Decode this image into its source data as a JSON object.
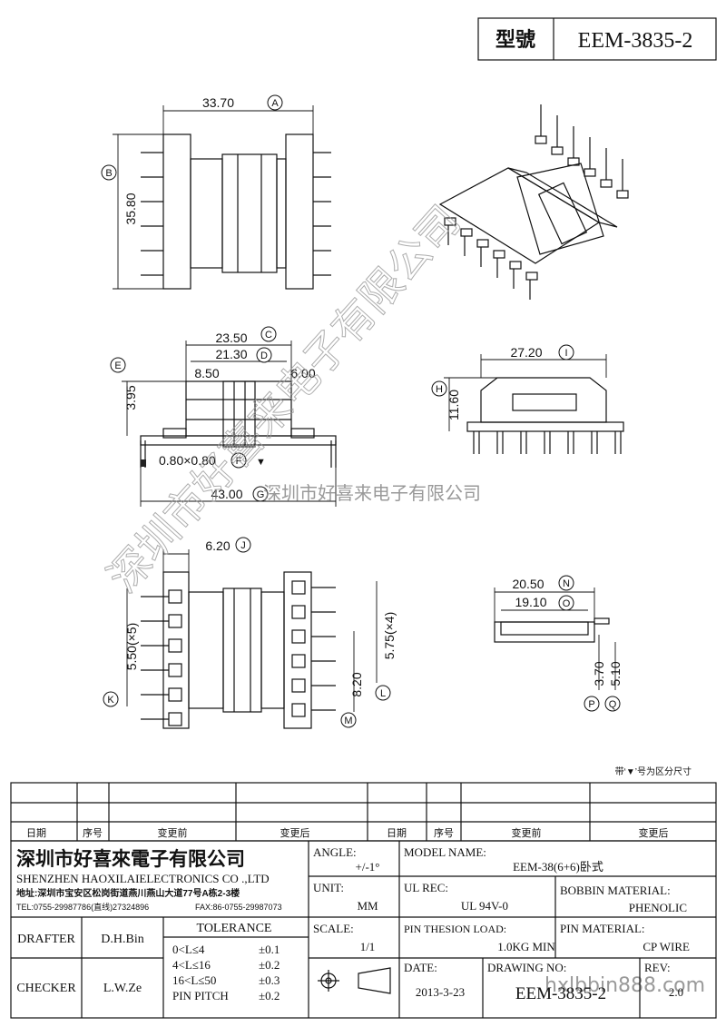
{
  "title_block": {
    "model_label": "型號",
    "model_number": "EEM-3835-2"
  },
  "dimensions": [
    {
      "value": "33.70",
      "tag": "A"
    },
    {
      "value": "35.80",
      "tag": "B"
    },
    {
      "value": "23.50",
      "tag": "C"
    },
    {
      "value": "21.30",
      "tag": "D"
    },
    {
      "value": "8.50",
      "tag": ""
    },
    {
      "value": "6.00",
      "tag": ""
    },
    {
      "value": "3.95",
      "tag": "E"
    },
    {
      "value": "0.80×0.80",
      "tag": "F"
    },
    {
      "value": "43.00",
      "tag": "G"
    },
    {
      "value": "11.60",
      "tag": "H"
    },
    {
      "value": "27.20",
      "tag": "I"
    },
    {
      "value": "6.20",
      "tag": "J"
    },
    {
      "value": "5.50(×5)",
      "tag": "K"
    },
    {
      "value": "5.75(×4)",
      "tag": "L"
    },
    {
      "value": "8.20",
      "tag": "M"
    },
    {
      "value": "20.50",
      "tag": "N"
    },
    {
      "value": "19.10",
      "tag": "O"
    },
    {
      "value": "3.70",
      "tag": "P"
    },
    {
      "value": "5.10",
      "tag": "Q"
    }
  ],
  "note": "带‘▼’号为区分尺寸",
  "pin_marker": "▼",
  "watermark": {
    "diagonal": "深圳市好喜来电子有限公司",
    "horizontal": "深圳市好喜来电子有限公司",
    "corner": "hxlbbin888.com"
  },
  "revision_table": {
    "headers": [
      "日期",
      "序号",
      "变更前",
      "变更后",
      "日期",
      "序号",
      "变更前",
      "变更后"
    ]
  },
  "company": {
    "name_cn": "深圳市好喜來電子有限公司",
    "name_en": "SHENZHEN  HAOXILAIELECTRONICS CO .,LTD",
    "address": "地址:深圳市宝安区松岗街道燕川燕山大道77号A栋2-3楼",
    "tel": "TEL:0755-29987786(直线)27324896",
    "fax": "FAX:86-0755-29987073"
  },
  "fields": {
    "angle_label": "ANGLE:",
    "angle_value": "+/-1°",
    "model_name_label": "MODEL NAME:",
    "model_name_value": "EEM-38(6+6)卧式",
    "unit_label": "UNIT:",
    "unit_value": "MM",
    "ul_label": "UL REC:",
    "ul_value": "UL 94V-0",
    "bobbin_label": "BOBBIN MATERIAL:",
    "bobbin_value": "PHENOLIC",
    "scale_label": "SCALE:",
    "scale_value": "1/1",
    "pin_load_label": "PIN THESION LOAD:",
    "pin_load_value": "1.0KG MIN",
    "pin_material_label": "PIN MATERIAL:",
    "pin_material_value": "CP  WIRE",
    "date_label": "DATE:",
    "date_value": "2013-3-23",
    "drawing_no_label": "DRAWING NO:",
    "drawing_no_value": "EEM-3835-2",
    "rev_label": "REV:",
    "rev_value": "2.0"
  },
  "signoff": {
    "drafter_label": "DRAFTER",
    "drafter_name": "D.H.Bin",
    "checker_label": "CHECKER",
    "checker_name": "L.W.Ze"
  },
  "tolerance": {
    "title": "TOLERANCE",
    "rows": [
      {
        "range": "0<L≤4",
        "value": "±0.1"
      },
      {
        "range": "4<L≤16",
        "value": "±0.2"
      },
      {
        "range": "16<L≤50",
        "value": "±0.3"
      },
      {
        "range": "PIN PITCH",
        "value": "±0.2"
      }
    ]
  }
}
